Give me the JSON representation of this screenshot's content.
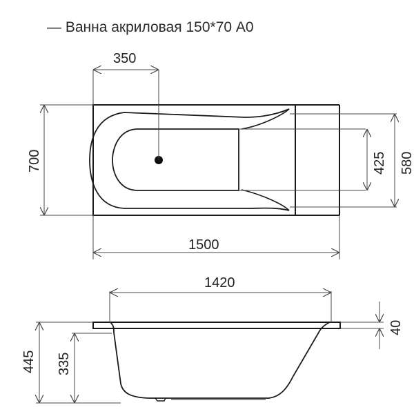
{
  "title": "— Ванна акриловая 150*70 A0",
  "top_view": {
    "dimensions": {
      "drain_offset": "350",
      "outer_width": "700",
      "outer_length": "1500",
      "inner_width": "425",
      "rim_width": "580"
    }
  },
  "side_view": {
    "dimensions": {
      "inner_length": "1420",
      "rim_thickness": "40",
      "total_height": "445",
      "depth": "335"
    }
  },
  "colors": {
    "line": "#1a1a1a",
    "dim_line": "#444444",
    "text": "#222222"
  }
}
